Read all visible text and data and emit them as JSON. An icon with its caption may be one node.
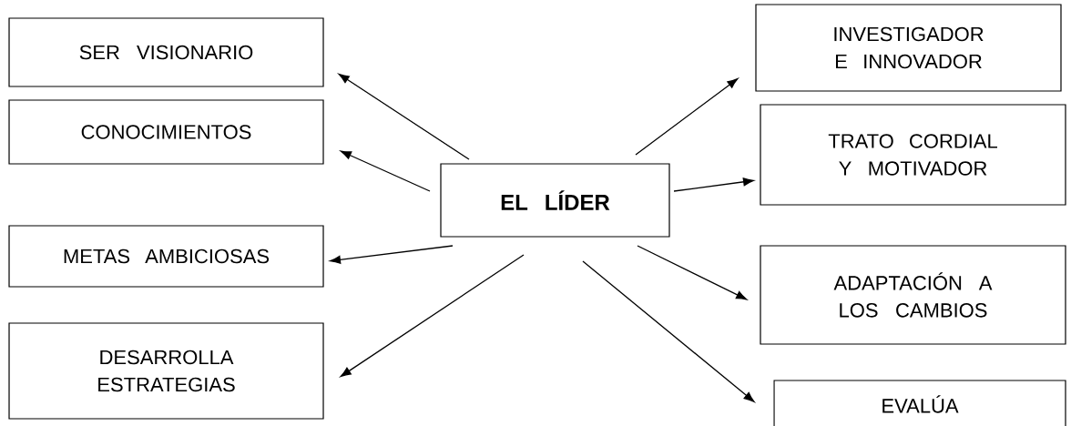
{
  "diagram": {
    "nodes": [
      {
        "text": [
          "EL LÍDER"
        ]
      },
      {
        "text": [
          "SER VISIONARIO"
        ]
      },
      {
        "text": [
          "CONOCIMIENTOS"
        ]
      },
      {
        "text": [
          "METAS AMBICIOSAS"
        ]
      },
      {
        "text": [
          "DESARROLLA ESTRATEGIAS"
        ]
      },
      {
        "text": [
          "INVESTIGADOR E INNOVADOR"
        ]
      },
      {
        "text": [
          "TRATO CORDIAL Y MOTIVADOR"
        ]
      },
      {
        "text": [
          "ADAPTACIÓN A LOS CAMBIOS"
        ]
      },
      {
        "text": [
          "EVALÚA"
        ]
      }
    ],
    "edges": [
      {
        "from": 0,
        "to": 1,
        "arrow": "to"
      },
      {
        "from": 0,
        "to": 2,
        "arrow": "to"
      },
      {
        "from": 0,
        "to": 3,
        "arrow": "to"
      },
      {
        "from": 0,
        "to": 4,
        "arrow": "to"
      },
      {
        "from": 0,
        "to": 5,
        "arrow": "to"
      },
      {
        "from": 0,
        "to": 6,
        "arrow": "to"
      },
      {
        "from": 0,
        "to": 7,
        "arrow": "to"
      },
      {
        "from": 0,
        "to": 8,
        "arrow": "to"
      }
    ]
  }
}
